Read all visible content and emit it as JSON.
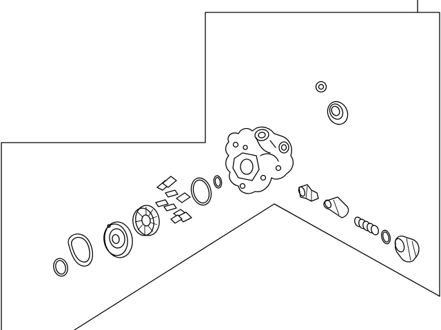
{
  "diagram": {
    "type": "exploded-parts-view",
    "line_color": "#000000",
    "background": "#ffffff",
    "parts": [
      {
        "name": "seal-ring-small",
        "shape": "ring"
      },
      {
        "name": "shaft-seal",
        "shape": "ring"
      },
      {
        "name": "pump-housing",
        "shape": "housing"
      },
      {
        "name": "o-ring-large",
        "shape": "ring"
      },
      {
        "name": "o-ring-small-left",
        "shape": "ring"
      },
      {
        "name": "cam-ring",
        "shape": "ring"
      },
      {
        "name": "rotor",
        "shape": "rotor"
      },
      {
        "name": "vanes",
        "shape": "vane-set"
      },
      {
        "name": "pressure-plate",
        "shape": "plate"
      },
      {
        "name": "gasket",
        "shape": "gasket"
      },
      {
        "name": "o-ring-housing",
        "shape": "ring"
      },
      {
        "name": "fitting",
        "shape": "fitting"
      },
      {
        "name": "flow-control-valve",
        "shape": "cylinder"
      },
      {
        "name": "spring",
        "shape": "spring"
      },
      {
        "name": "o-ring-plug",
        "shape": "ring"
      },
      {
        "name": "plug",
        "shape": "plug"
      }
    ]
  }
}
